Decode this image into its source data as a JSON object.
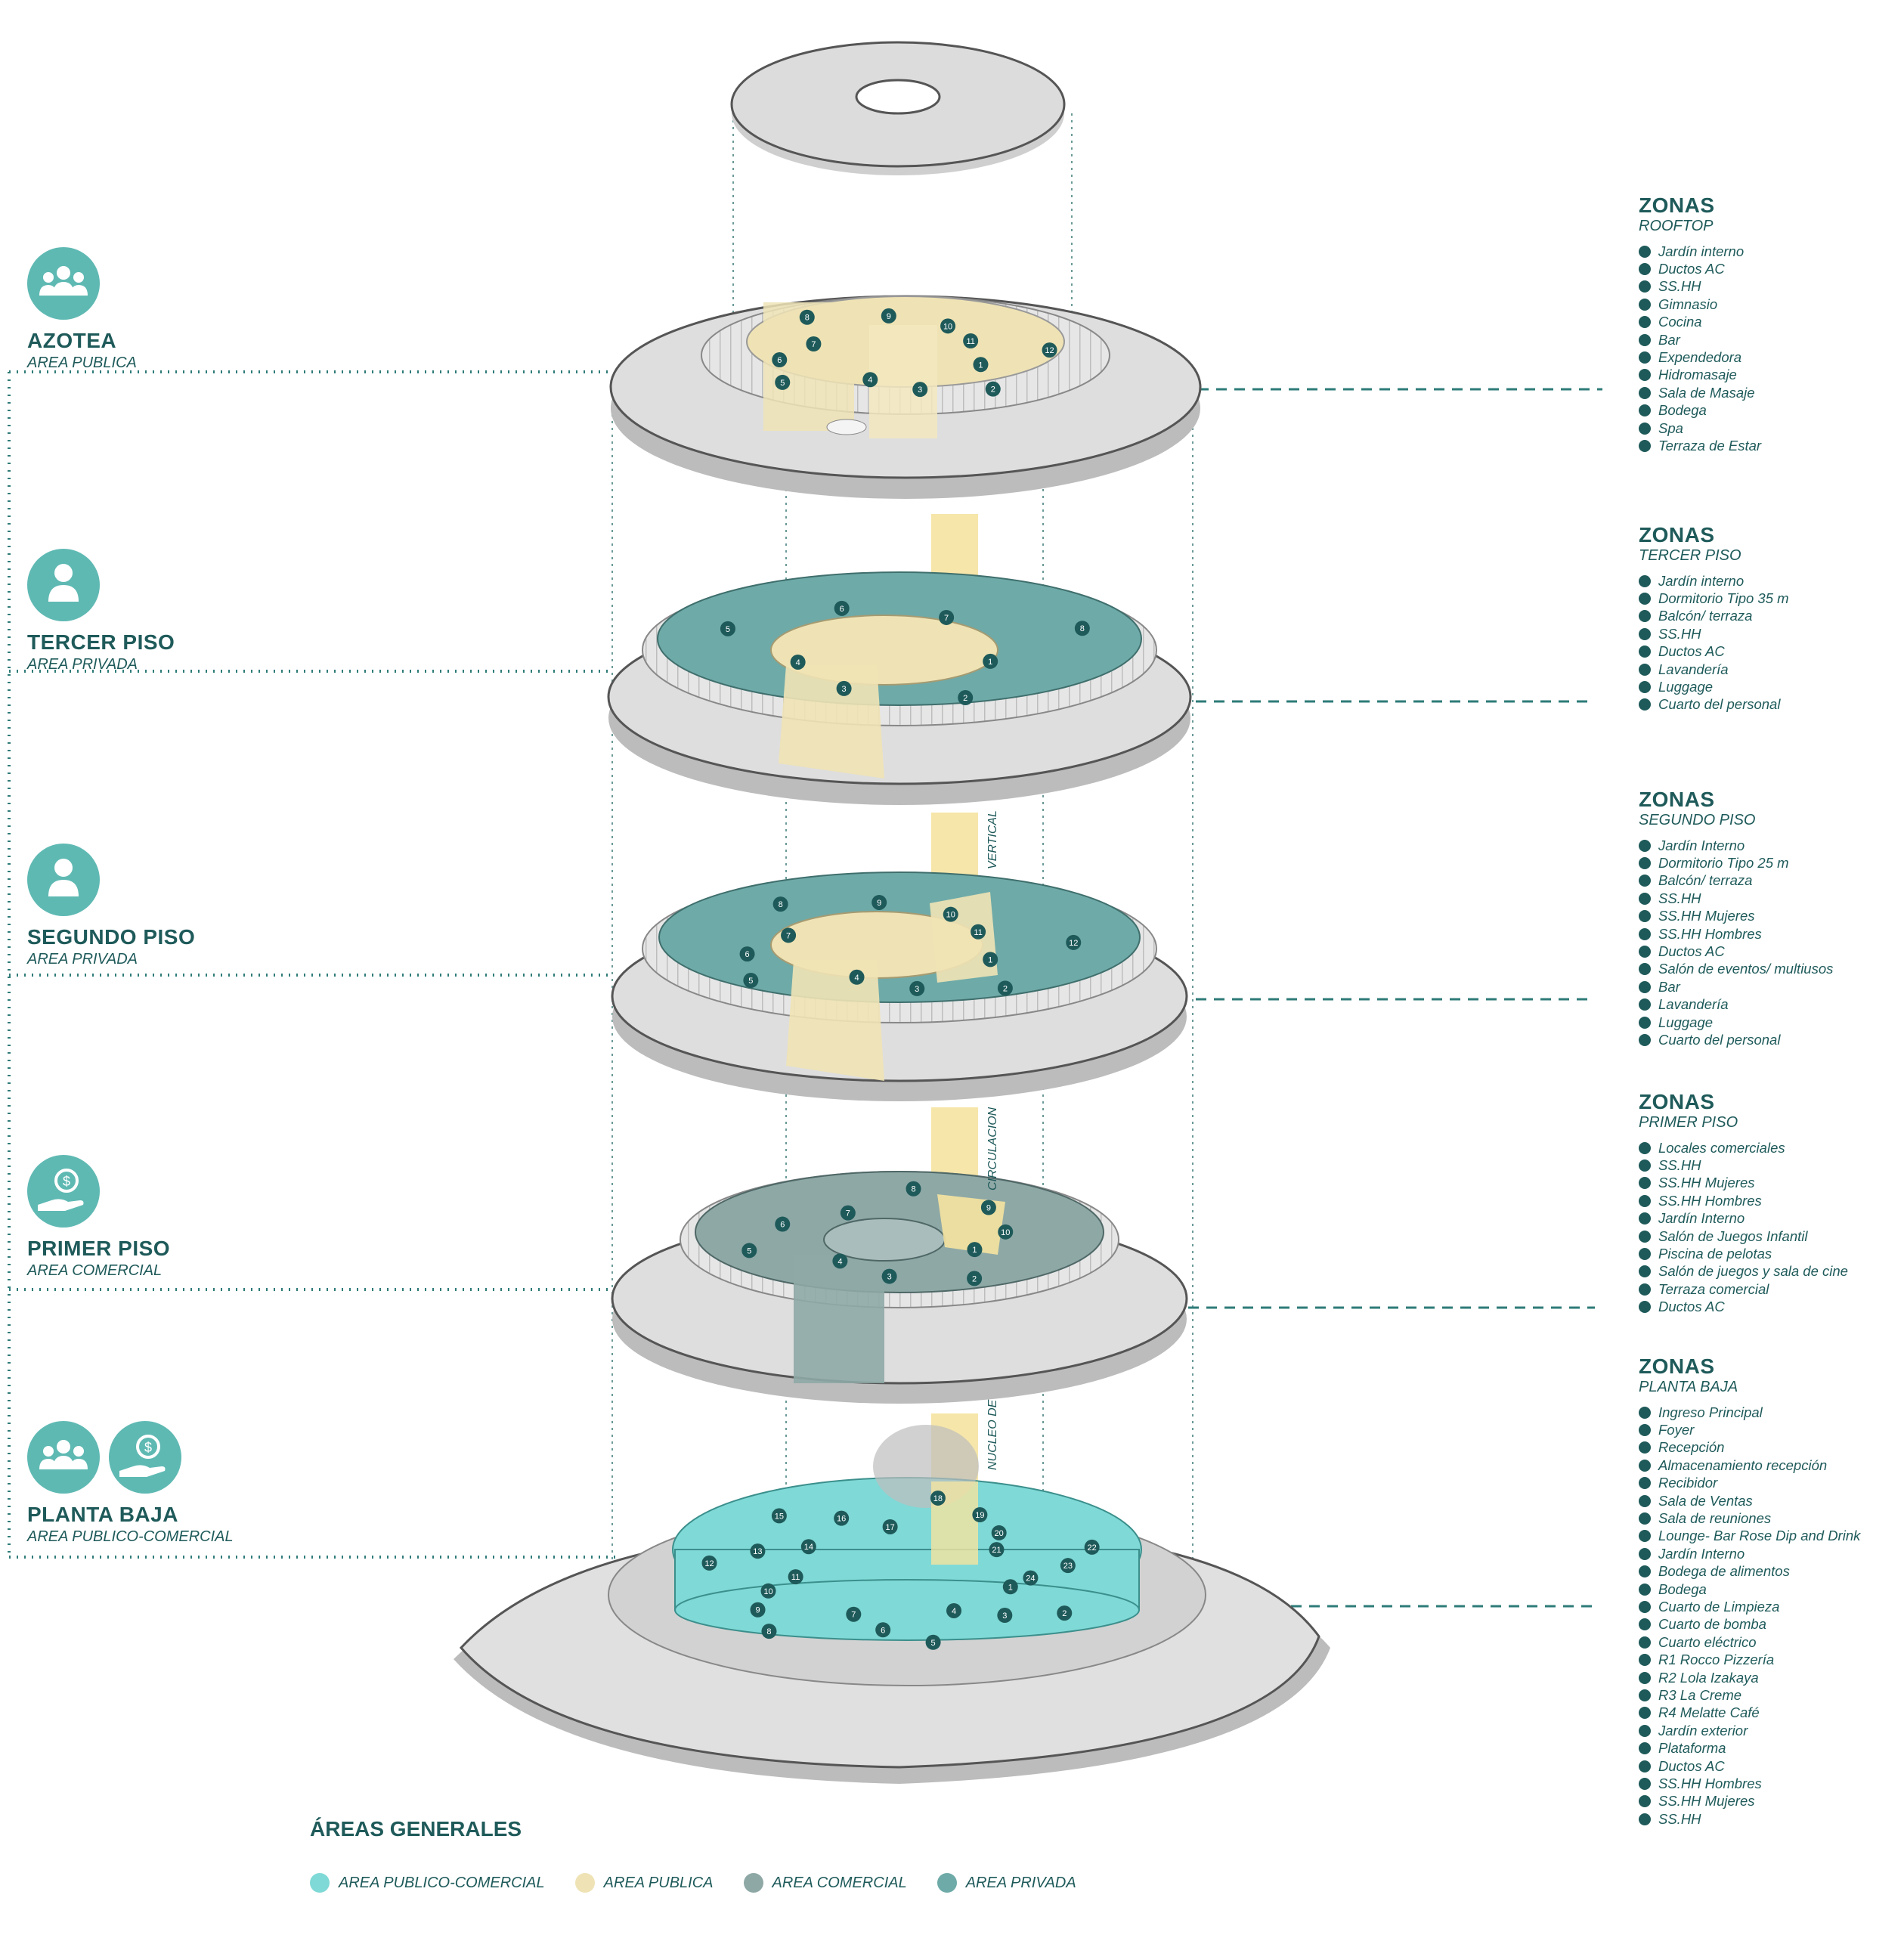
{
  "levels": [
    {
      "name": "AZOTEA",
      "sub": "AREA PUBLICA",
      "icon": "group-icon"
    },
    {
      "name": "TERCER PISO",
      "sub": "AREA PRIVADA",
      "icon": "person-icon"
    },
    {
      "name": "SEGUNDO PISO",
      "sub": "AREA PRIVADA",
      "icon": "person-icon"
    },
    {
      "name": "PRIMER PISO",
      "sub": "AREA COMERCIAL",
      "icon": "money-hand-icon"
    },
    {
      "name": "PLANTA BAJA",
      "sub": "AREA PUBLICO-COMERCIAL",
      "icon": "group-and-money-hand-icons"
    }
  ],
  "zones": [
    {
      "title": "ZONAS",
      "sub": "ROOFTOP",
      "items": [
        "Jardín interno",
        "Ductos AC",
        "SS.HH",
        "Gimnasio",
        "Cocina",
        "Bar",
        "Expendedora",
        "Hidromasaje",
        "Sala de Masaje",
        "Bodega",
        "Spa",
        "Terraza de Estar"
      ]
    },
    {
      "title": "ZONAS",
      "sub": "TERCER PISO",
      "items": [
        "Jardín interno",
        "Dormitorio Tipo 35 m",
        "Balcón/ terraza",
        "SS.HH",
        "Ductos AC",
        "Lavandería",
        "Luggage",
        "Cuarto del personal"
      ]
    },
    {
      "title": "ZONAS",
      "sub": "SEGUNDO PISO",
      "items": [
        "Jardín Interno",
        "Dormitorio Tipo 25 m",
        "Balcón/ terraza",
        "SS.HH",
        "SS.HH Mujeres",
        "SS.HH Hombres",
        "Ductos AC",
        "Salón de eventos/ multiusos",
        "Bar",
        "Lavandería",
        "Luggage",
        "Cuarto del personal"
      ]
    },
    {
      "title": "ZONAS",
      "sub": "PRIMER PISO",
      "items": [
        "Locales comerciales",
        "SS.HH",
        "SS.HH Mujeres",
        "SS.HH Hombres",
        "Jardín Interno",
        "Salón de Juegos Infantil",
        "Piscina de pelotas",
        "Salón de juegos y sala de cine",
        "Terraza comercial",
        "Ductos AC"
      ]
    },
    {
      "title": "ZONAS",
      "sub": "PLANTA BAJA",
      "items": [
        "Ingreso Principal",
        "Foyer",
        "Recepción",
        "Almacenamiento recepción",
        "Recibidor",
        "Sala de Ventas",
        "Sala de reuniones",
        "Lounge- Bar Rose Dip and Drink",
        "Jardín Interno",
        "Bodega de alimentos",
        "Bodega",
        "Cuarto de Limpieza",
        "Cuarto de bomba",
        "Cuarto eléctrico",
        "R1 Rocco Pizzería",
        "R2 Lola Izakaya",
        "R3 La Creme",
        "R4 Melatte Café",
        "Jardín exterior",
        "Plataforma",
        "Ductos AC",
        "SS.HH Hombres",
        "SS.HH Mujeres",
        "SS.HH"
      ]
    }
  ],
  "vertical_labels": [
    "NUCLEO DE",
    "CIRCULACION",
    "VERTICAL"
  ],
  "legend": {
    "title": "ÁREAS GENERALES",
    "items": [
      {
        "label": "AREA PUBLICO-COMERCIAL",
        "color": "#7fd9d6"
      },
      {
        "label": "AREA PUBLICA",
        "color": "#efe3b5"
      },
      {
        "label": "AREA COMERCIAL",
        "color": "#8ea8a6"
      },
      {
        "label": "AREA PRIVADA",
        "color": "#6eaaa8"
      }
    ]
  },
  "colors": {
    "accent": "#1f5a5a",
    "icon_bg": "#5fb9b3",
    "slab": "#d9d9d9",
    "public": "#efe3b5",
    "private": "#6eaaa8",
    "commercial": "#8ea8a6",
    "public_commercial": "#7fd9d6",
    "core": "#f5e3a0"
  },
  "floor_markers": {
    "rooftop": [
      1,
      2,
      3,
      4,
      5,
      6,
      7,
      8,
      9,
      10,
      11,
      12
    ],
    "tercer": [
      1,
      2,
      3,
      4,
      5,
      6,
      7,
      8
    ],
    "segundo": [
      1,
      2,
      3,
      4,
      5,
      6,
      7,
      8,
      9,
      10,
      11,
      12
    ],
    "primer": [
      1,
      2,
      3,
      4,
      5,
      6,
      7,
      8,
      9,
      10
    ],
    "planta": [
      1,
      2,
      3,
      4,
      5,
      6,
      7,
      8,
      9,
      10,
      11,
      12,
      13,
      14,
      15,
      16,
      17,
      18,
      19,
      20,
      21,
      22,
      23,
      24
    ]
  }
}
